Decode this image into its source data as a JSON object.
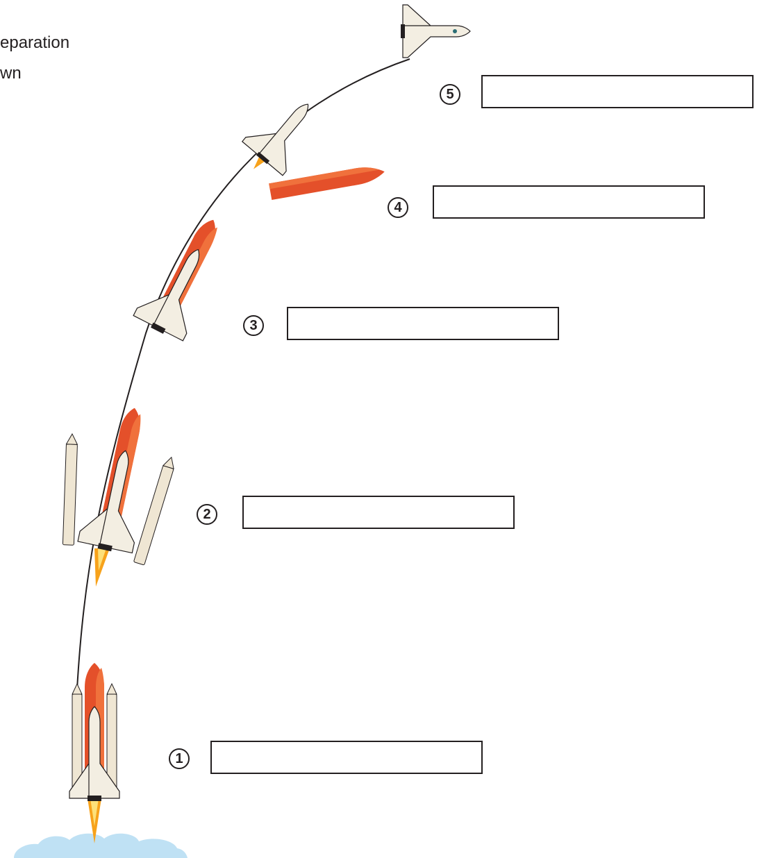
{
  "fragments": [
    "eparation",
    "wn"
  ],
  "stages": [
    {
      "number": "1",
      "answer": ""
    },
    {
      "number": "2",
      "answer": ""
    },
    {
      "number": "3",
      "answer": ""
    },
    {
      "number": "4",
      "answer": ""
    },
    {
      "number": "5",
      "answer": ""
    }
  ],
  "colors": {
    "tank": "#e4502a",
    "tank_light": "#f0713c",
    "shuttle": "#f3eee2",
    "booster": "#efe6d3",
    "flame": "#f7a21b",
    "smoke": "#bfe1f4",
    "outline": "#231f20"
  }
}
